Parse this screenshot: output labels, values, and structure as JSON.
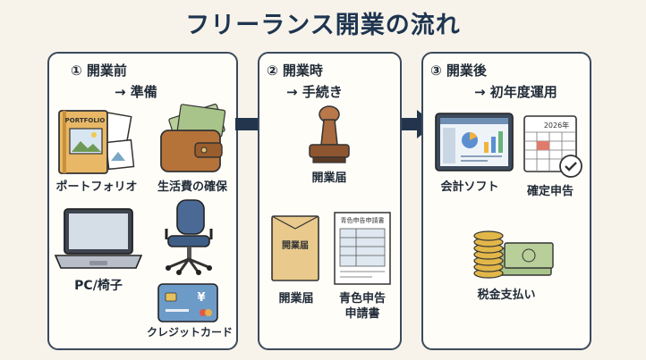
{
  "title": "フリーランス開業の流れ",
  "panels": [
    {
      "heading": "① 開業前",
      "sub": "→ 準備",
      "items": [
        "ポートフォリオ",
        "生活費の確保",
        "PC/椅子",
        "クレジットカード"
      ],
      "portfolio_cover_text": "PORTFOLIO"
    },
    {
      "heading": "② 開業時",
      "sub": "→ 手続き",
      "items": [
        "開業届",
        "開業届",
        "青色申告",
        "申請書"
      ],
      "envelope_text": "開業届",
      "form_title": "青色申告申請書"
    },
    {
      "heading": "③ 開業後",
      "sub": "→ 初年度運用",
      "items": [
        "会計ソフト",
        "確定申告",
        "税金支払い"
      ],
      "calendar_year": "2026年",
      "card_symbol": "¥"
    }
  ],
  "colors": {
    "title": "#1e3550",
    "panel_border": "#3b4a5c",
    "arrow": "#22354d",
    "background": "#f7f3ea"
  },
  "icons": [
    "portfolio-icon",
    "wallet-icon",
    "laptop-icon",
    "office-chair-icon",
    "credit-card-icon",
    "stamp-icon",
    "envelope-icon",
    "application-form-icon",
    "accounting-software-icon",
    "calendar-check-icon",
    "coins-cash-icon",
    "flow-arrow-icon"
  ]
}
